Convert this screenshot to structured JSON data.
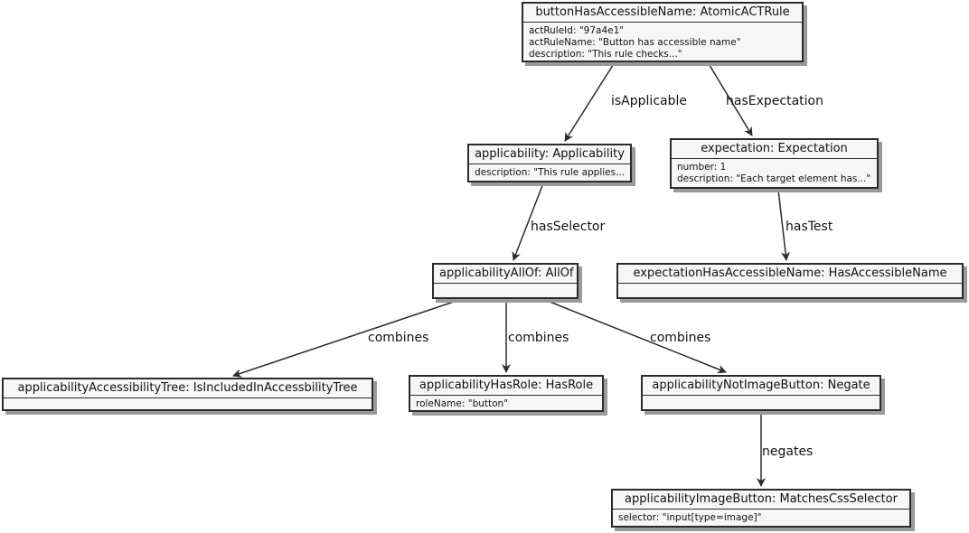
{
  "nodes": {
    "rule": {
      "title": "buttonHasAccessibleName: AtomicACTRule",
      "attrs": [
        "actRuleId: \"97a4e1\"",
        "actRuleName: \"Button has accessible name\"",
        "description: \"This rule checks...\""
      ]
    },
    "applicability": {
      "title": "applicability: Applicability",
      "attrs": [
        "description: \"This rule applies...\""
      ]
    },
    "expectation": {
      "title": "expectation: Expectation",
      "attrs": [
        "number: 1",
        "description: \"Each target element has...\""
      ]
    },
    "allof": {
      "title": "applicabilityAllOf: AllOf",
      "attrs": []
    },
    "hasAccessibleName": {
      "title": "expectationHasAccessibleName: HasAccessibleName",
      "attrs": []
    },
    "accessibilityTree": {
      "title": "applicabilityAccessibilityTree: IsIncludedInAccessbilityTree",
      "attrs": []
    },
    "hasRole": {
      "title": "applicabilityHasRole: HasRole",
      "attrs": [
        "roleName: \"button\""
      ]
    },
    "notImageButton": {
      "title": "applicabilityNotImageButton: Negate",
      "attrs": []
    },
    "imageButton": {
      "title": "applicabilityImageButton: MatchesCssSelector",
      "attrs": [
        "selector: \"input[type=image]\""
      ]
    }
  },
  "edges": {
    "isApplicable": "isApplicable",
    "hasExpectation": "hasExpectation",
    "hasSelector": "hasSelector",
    "hasTest": "hasTest",
    "combines1": "combines",
    "combines2": "combines",
    "combines3": "combines",
    "negates": "negates"
  },
  "colors": {
    "line": "#2b2b2b",
    "node_fill": "#f6f6f6",
    "shadow": "#9a9a9a"
  }
}
